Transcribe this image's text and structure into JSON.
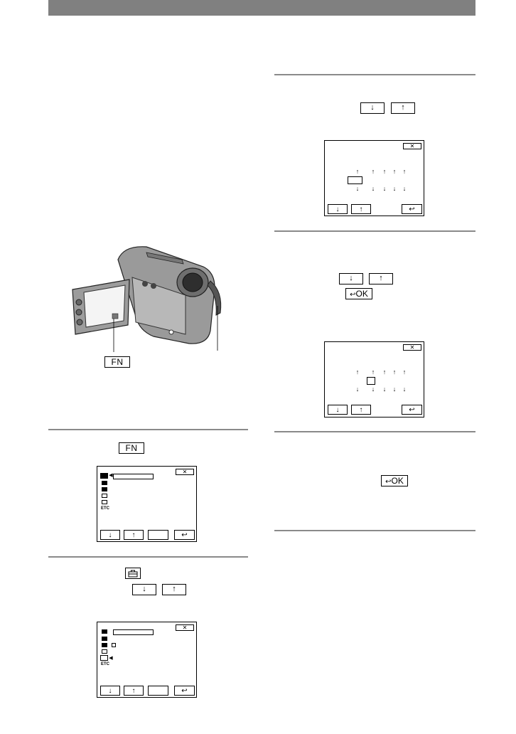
{
  "buttons": {
    "fn": "FN",
    "ok": "OK",
    "down": "↓",
    "up": "↑",
    "close": "✕",
    "back": "↩"
  },
  "lcd_menu": {
    "etc_label": "ETC"
  },
  "colors": {
    "header_bar": "#808080",
    "rule": "#8a8a8a"
  },
  "icons": [
    "down-arrow-icon",
    "up-arrow-icon",
    "return-icon",
    "close-icon",
    "toolbox-icon",
    "camcorder-illustration"
  ]
}
